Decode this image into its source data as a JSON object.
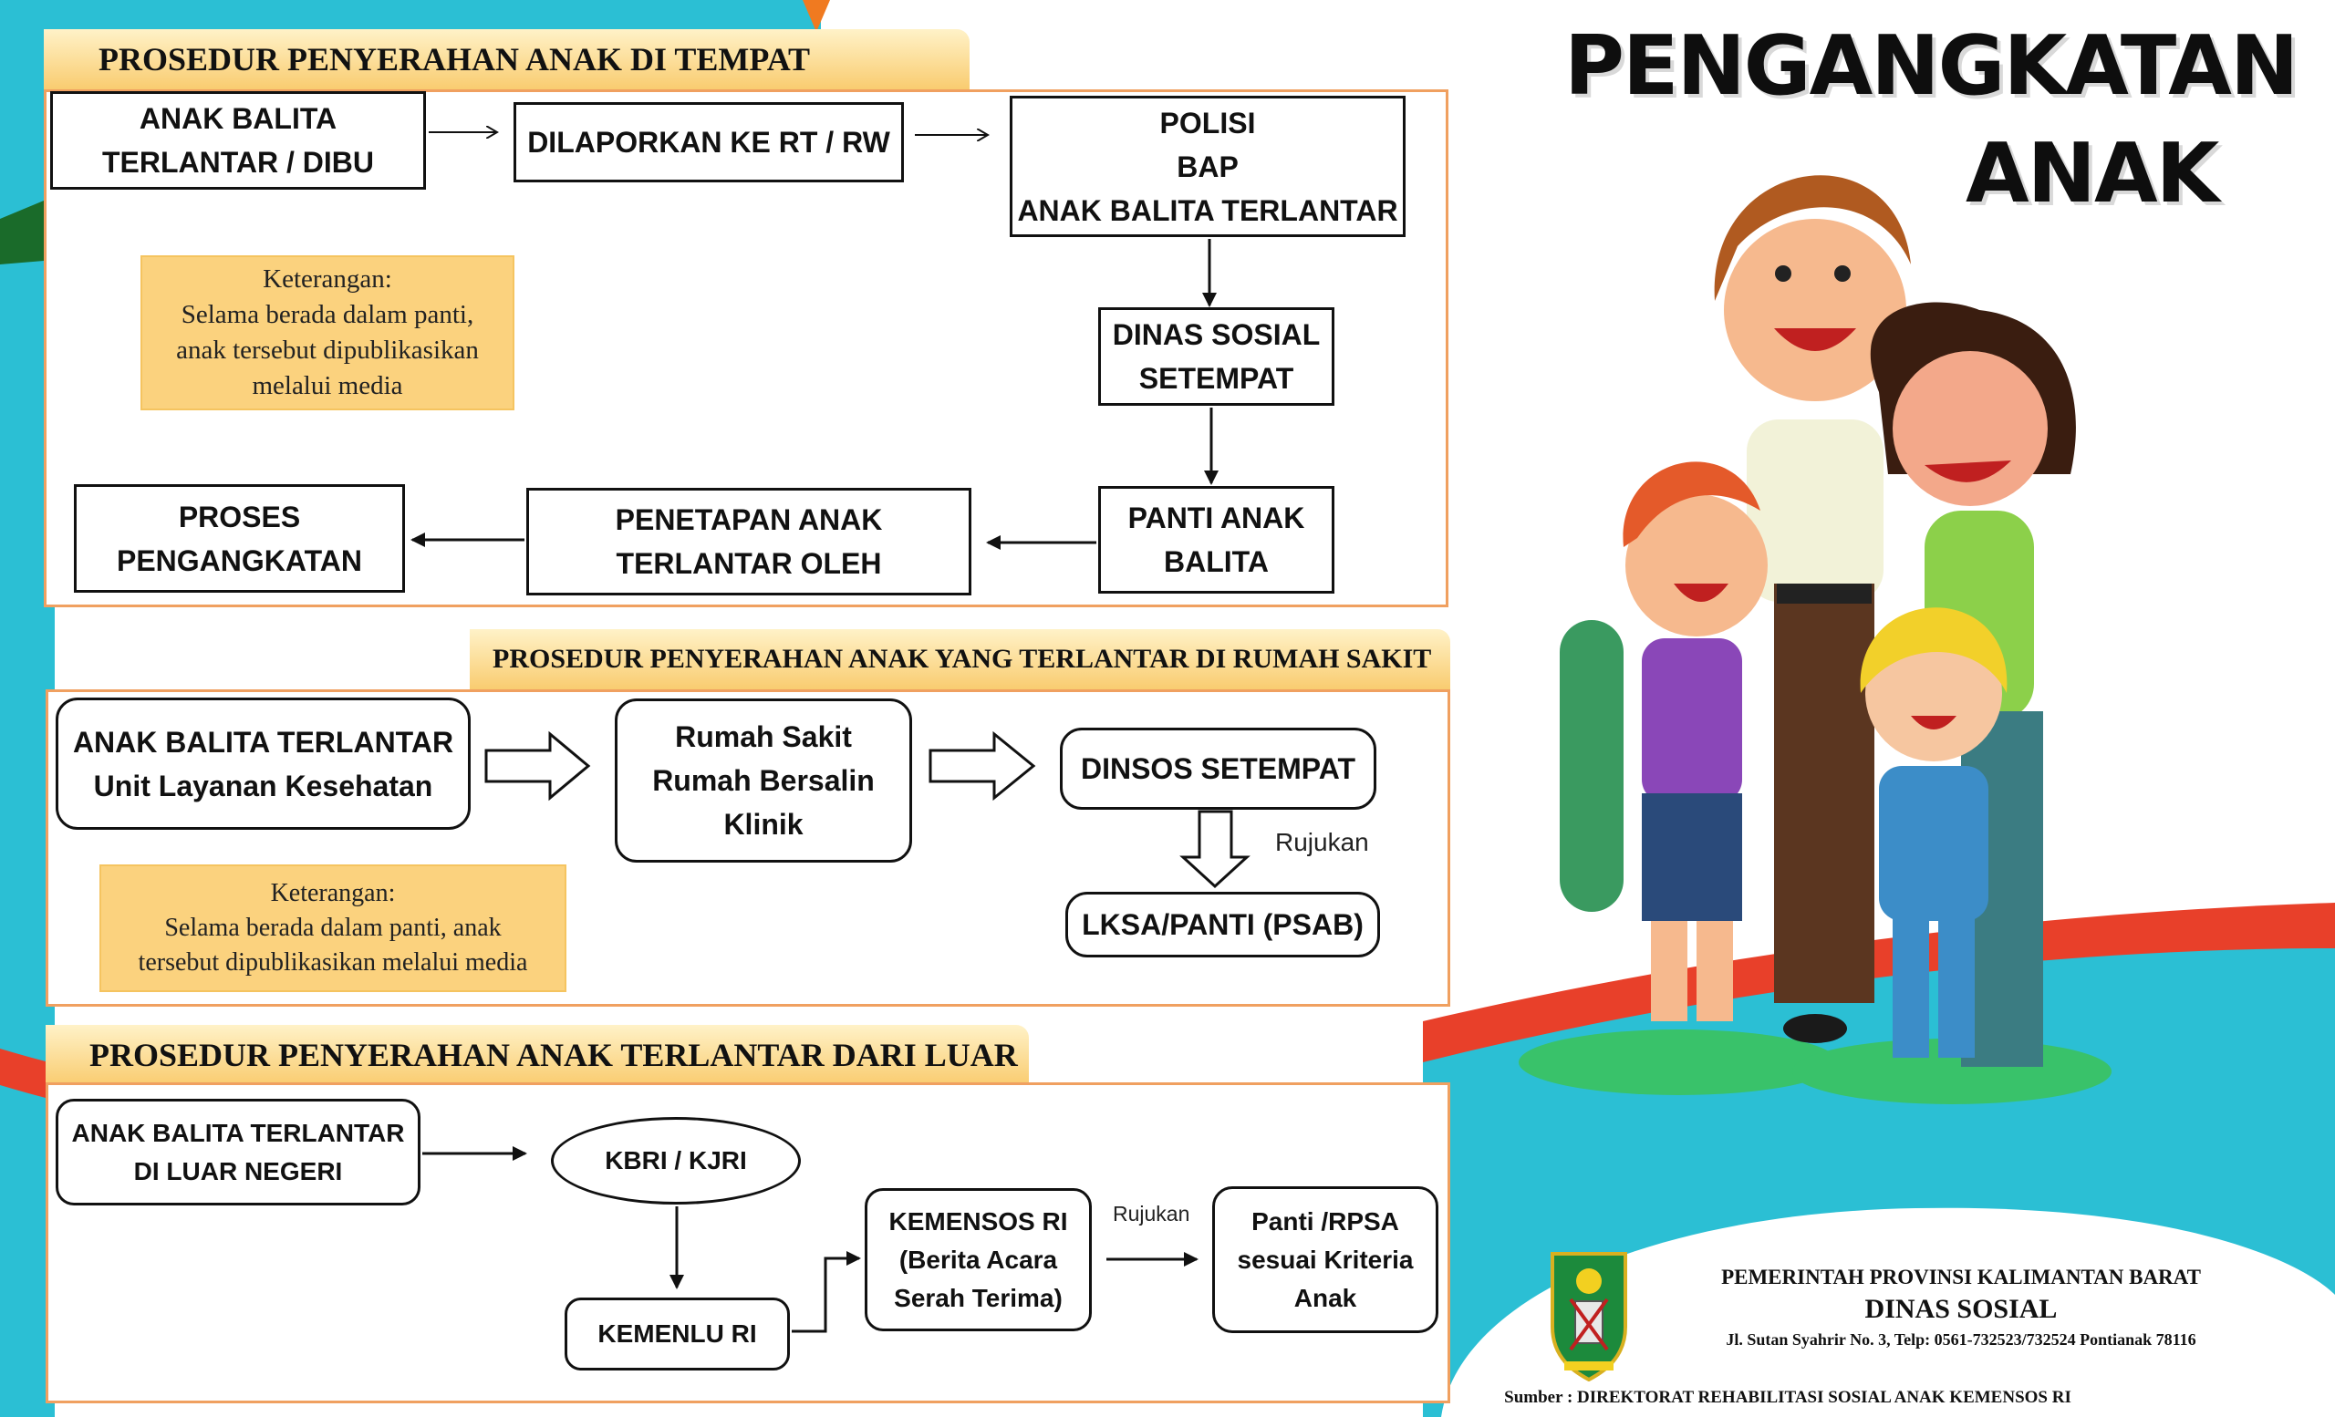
{
  "title": {
    "line1": "PENGANGKATAN",
    "line2": "ANAK"
  },
  "section1": {
    "heading": "PROSEDUR PENYERAHAN ANAK DI TEMPAT",
    "boxes": {
      "start": "ANAK BALITA\nTERLANTAR / DIBU",
      "rt_rw": "DILAPORKAN KE RT / RW",
      "polisi": "POLISI\nBAP\nANAK BALITA TERLANTAR",
      "dinsos": "DINAS SOSIAL\nSETEMPAT",
      "panti": "PANTI ANAK\nBALITA",
      "penetapan": "PENETAPAN ANAK\nTERLANTAR OLEH",
      "proses": "PROSES\nPENGANGKATAN"
    },
    "note": "Keterangan:\nSelama berada dalam panti,\nanak tersebut dipublikasikan\nmelalui media"
  },
  "section2": {
    "heading": "PROSEDUR PENYERAHAN ANAK YANG TERLANTAR DI RUMAH SAKIT",
    "boxes": {
      "start": "ANAK BALITA TERLANTAR\nUnit Layanan Kesehatan",
      "rs": "Rumah Sakit\nRumah Bersalin\nKlinik",
      "dinsos": "DINSOS SETEMPAT",
      "lksa": "LKSA/PANTI (PSAB)"
    },
    "referral_label": "Rujukan",
    "note": "Keterangan:\nSelama berada dalam panti, anak\ntersebut dipublikasikan melalui media"
  },
  "section3": {
    "heading": "PROSEDUR PENYERAHAN ANAK TERLANTAR DARI LUAR",
    "boxes": {
      "start": "ANAK BALITA TERLANTAR\nDI LUAR NEGERI",
      "kbri": "KBRI / KJRI",
      "kemenlu": "KEMENLU RI",
      "kemensos": "KEMENSOS RI\n(Berita Acara\nSerah Terima)",
      "panti": "Panti /RPSA\nsesuai Kriteria\nAnak"
    },
    "referral_label": "Rujukan"
  },
  "footer": {
    "line1": "PEMERINTAH PROVINSI KALIMANTAN BARAT",
    "line2": "DINAS SOSIAL",
    "line3": "Jl. Sutan Syahrir No. 3, Telp: 0561-732523/732524 Pontianak 78116",
    "source": "Sumber : DIREKTORAT REHABILITASI SOSIAL ANAK KEMENSOS RI"
  },
  "icons": {
    "emblem": "provincial-emblem-icon",
    "illustration": "family-illustration"
  },
  "colors": {
    "teal": "#2bbfd4",
    "orange": "#f0a060",
    "red": "#e8402a",
    "tab": "#f9cc70",
    "note": "#fbd27e"
  }
}
